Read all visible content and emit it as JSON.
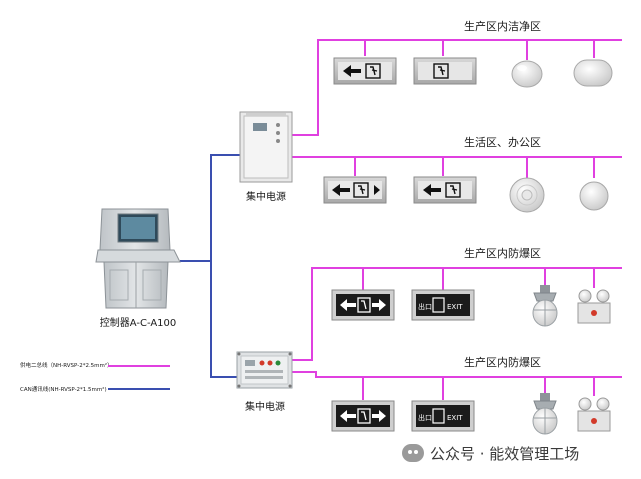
{
  "sections": {
    "clean": "生产区内洁净区",
    "office": "生活区、办公区",
    "explosion_1": "生产区内防爆区",
    "explosion_2": "生产区内防爆区"
  },
  "devices": {
    "power_top": "集中电源",
    "power_bottom": "集中电源",
    "controller": "控制器A-C-A100"
  },
  "legend": {
    "power_bus": "供电二总线（NH-RVSP-2*2.5mm²）",
    "can_bus": "CAN通讯线(NH-RVSP-2*1.5mm²)",
    "power_color": "#e040e0",
    "can_color": "#3a4fb0"
  },
  "sign_text": {
    "exit_cn": "出口",
    "exit_en": "EXIT"
  },
  "watermark": {
    "text": "公众号 · 能效管理工场"
  }
}
